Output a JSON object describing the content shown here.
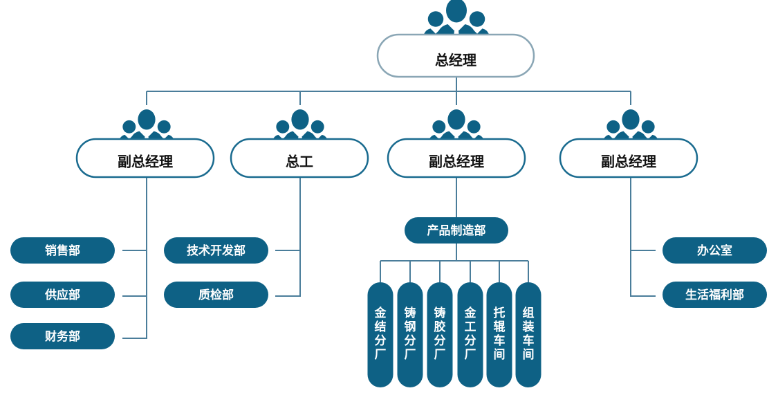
{
  "colors": {
    "primary": "#0e6185",
    "line": "#4a7d9a",
    "outline": "#1a6b8f",
    "outline_soft": "#8aa6b5",
    "text_dark": "#111111",
    "text_light": "#ffffff"
  },
  "icon": "people-group-icon",
  "top": {
    "label": "总经理"
  },
  "managers": [
    {
      "label": "副总经理"
    },
    {
      "label": "总工"
    },
    {
      "label": "副总经理"
    },
    {
      "label": "副总经理"
    }
  ],
  "left_departments": [
    "销售部",
    "供应部",
    "财务部"
  ],
  "tech_departments": [
    "技术开发部",
    "质检部"
  ],
  "production": {
    "label": "产品制造部",
    "factories": [
      "金结分厂",
      "铸钢分厂",
      "铸胶分厂",
      "金工分厂",
      "托辊车间",
      "组装车间"
    ]
  },
  "right_departments": [
    "办公室",
    "生活福利部"
  ]
}
